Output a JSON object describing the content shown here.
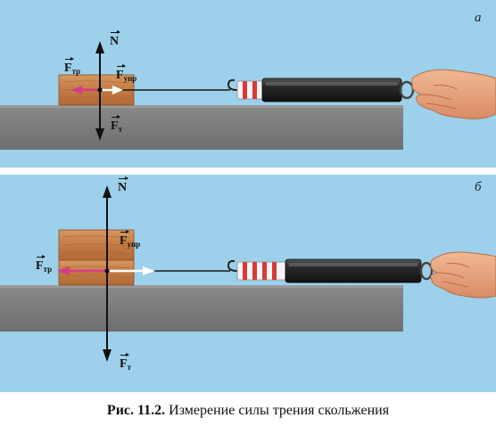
{
  "panel_a": {
    "letter": "а",
    "labels": {
      "normal": {
        "symbol": "N",
        "sub": ""
      },
      "friction": {
        "symbol": "F",
        "sub": "тр"
      },
      "elastic": {
        "symbol": "F",
        "sub": "упр"
      },
      "gravity": {
        "symbol": "F",
        "sub": "т"
      }
    }
  },
  "panel_b": {
    "letter": "б",
    "labels": {
      "normal": {
        "symbol": "N",
        "sub": ""
      },
      "friction": {
        "symbol": "F",
        "sub": "тр"
      },
      "elastic": {
        "symbol": "F",
        "sub": "упр"
      },
      "gravity": {
        "symbol": "F",
        "sub": "т"
      }
    }
  },
  "caption": {
    "number": "Рис. 11.2.",
    "text": "Измерение силы трения скольжения"
  },
  "colors": {
    "background": "#9dd0ea",
    "table": "#7d7d7d",
    "block": "#c8834a",
    "friction_arrow": "#d63b86",
    "elastic_arrow": "#ffffff",
    "axis": "#111111"
  }
}
